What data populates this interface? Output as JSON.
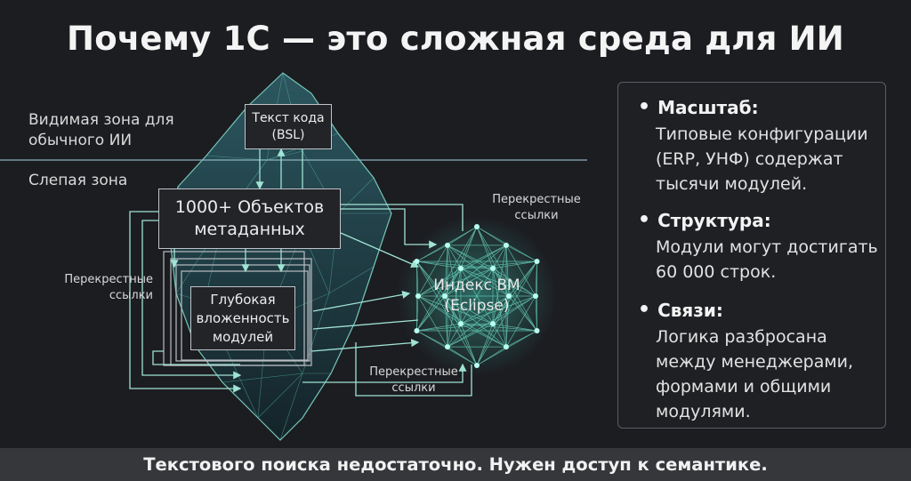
{
  "title": "Почему 1С — это сложная среда для ИИ",
  "diagram": {
    "visible_zone_line1": "Видимая зона для",
    "visible_zone_line2": "обычного ИИ",
    "blind_zone": "Слепая зона",
    "code_text_line1": "Текст кода",
    "code_text_line2": "(BSL)",
    "metadata_line1": "1000+ Объектов",
    "metadata_line2": "метаданных",
    "nesting_line1": "Глубокая",
    "nesting_line2": "вложенность",
    "nesting_line3": "модулей",
    "index_line1": "Индекс ВМ",
    "index_line2": "(Eclipse)",
    "cross_refs_line1": "Перекрестные",
    "cross_refs_line2": "ссылки"
  },
  "panel": {
    "items": [
      {
        "heading": "Масштаб:",
        "lines": [
          "Типовые конфигурации",
          "(ERP, УНФ) содержат",
          "тысячи модулей."
        ]
      },
      {
        "heading": "Структура:",
        "lines": [
          "Модули могут достигать",
          "60 000 строк."
        ]
      },
      {
        "heading": "Связи:",
        "lines": [
          "Логика разбросана",
          "между менеджерами,",
          "формами и общими",
          "модулями."
        ]
      }
    ]
  },
  "footer": "Текстового поиска недостаточно. Нужен доступ к семантике.",
  "colors": {
    "background": "#1c1d21",
    "accent": "#7fd9c8",
    "footer_bg": "#35373b"
  }
}
